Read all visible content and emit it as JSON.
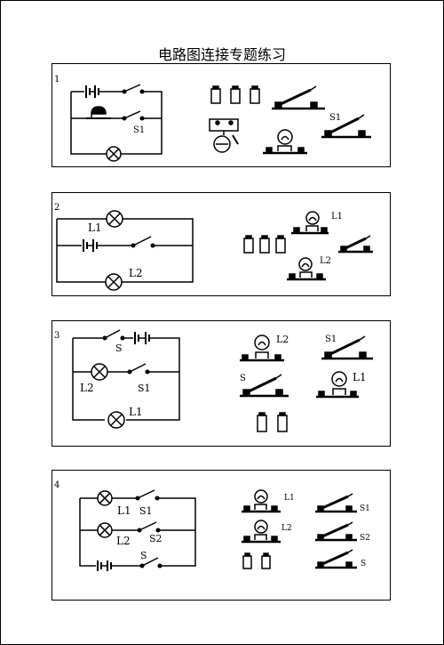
{
  "title": "电路图连接专题练习",
  "problems": [
    {
      "number": "1",
      "diagram_labels": {
        "s1": "S1"
      },
      "component_labels": {
        "s1": "S1"
      }
    },
    {
      "number": "2",
      "diagram_labels": {
        "l1": "L1",
        "l2": "L2"
      },
      "component_labels": {
        "l1": "L1",
        "l2": "L2"
      }
    },
    {
      "number": "3",
      "diagram_labels": {
        "s": "S",
        "l2": "L2",
        "s1": "S1",
        "l1": "L1"
      },
      "component_labels": {
        "l2": "L2",
        "s1": "S1",
        "s": "S",
        "l1": "L1"
      }
    },
    {
      "number": "4",
      "diagram_labels": {
        "l1": "L1",
        "s1": "S1",
        "l2": "L2",
        "s2": "S2",
        "s": "S"
      },
      "component_labels": {
        "l1": "L1",
        "s1": "S1",
        "l2": "L2",
        "s2": "S2",
        "s": "S"
      }
    }
  ],
  "colors": {
    "ink": "#000000",
    "paper": "#ffffff"
  }
}
